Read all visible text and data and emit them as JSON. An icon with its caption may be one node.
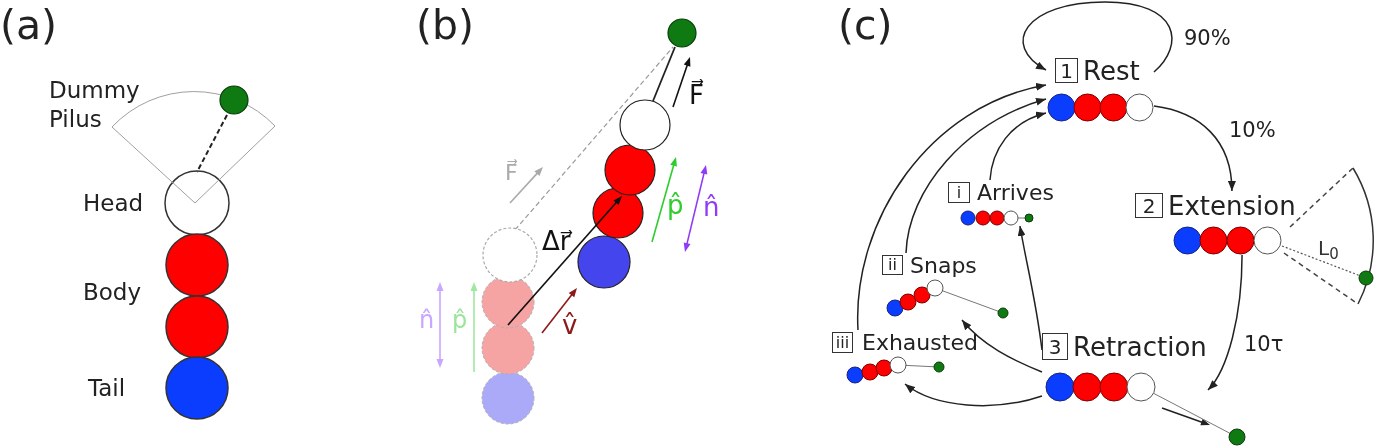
{
  "diagram": {
    "nodes": [
      {
        "text": [
          "1",
          "Rest"
        ]
      },
      {
        "text": [
          "2",
          "Extension"
        ]
      },
      {
        "text": [
          "3",
          "Retraction"
        ]
      },
      {
        "text": [
          "i",
          "Arrives"
        ]
      },
      {
        "text": [
          "ii",
          "Snaps"
        ]
      },
      {
        "text": [
          "iii",
          "Exhausted"
        ]
      }
    ],
    "edges": [
      {
        "from": 0,
        "to": 0,
        "arrow": "to",
        "label": "90%"
      },
      {
        "from": 0,
        "to": 1,
        "arrow": "to",
        "label": "10%"
      },
      {
        "from": 1,
        "to": 2,
        "arrow": "to",
        "label": "10τ"
      },
      {
        "from": 2,
        "to": 3,
        "arrow": "to"
      },
      {
        "from": 2,
        "to": 4,
        "arrow": "to"
      },
      {
        "from": 2,
        "to": 5,
        "arrow": "to"
      },
      {
        "from": 3,
        "to": 0,
        "arrow": "to"
      },
      {
        "from": 4,
        "to": 0,
        "arrow": "to"
      },
      {
        "from": 5,
        "to": 0,
        "arrow": "to"
      }
    ],
    "labels": [
      "(a)",
      "Dummy Pilus",
      "Head",
      "Body",
      "Tail",
      "(b)",
      "F⃗",
      "F⃗",
      "p̂",
      "n̂",
      "Δr⃗",
      "n̂",
      "p̂",
      "v̂",
      "(c)",
      "L$_{0}$"
    ]
  }
}
